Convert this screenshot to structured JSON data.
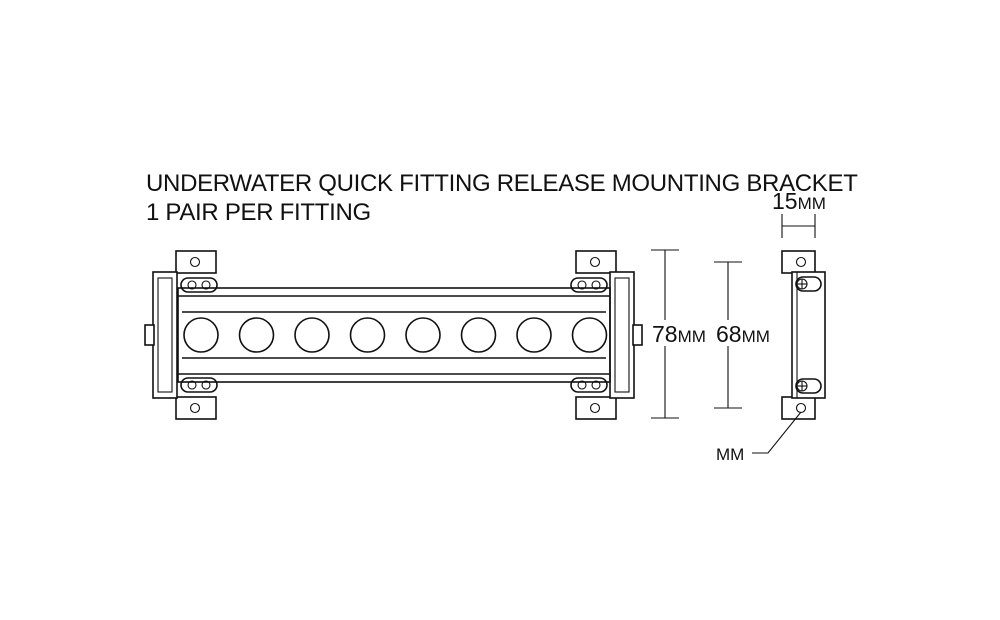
{
  "title": {
    "line1": "UNDERWATER QUICK FITTING RELEASE MOUNTING BRACKET",
    "line2": "1 PAIR PER FITTING"
  },
  "dimensions": {
    "outer_height": {
      "value": "78",
      "unit": "MM"
    },
    "inner_height": {
      "value": "68",
      "unit": "MM"
    },
    "bracket_width": {
      "value": "15",
      "unit": "MM"
    },
    "hole_callout": {
      "unit": "MM"
    }
  },
  "fixture": {
    "lens_count": 8
  }
}
